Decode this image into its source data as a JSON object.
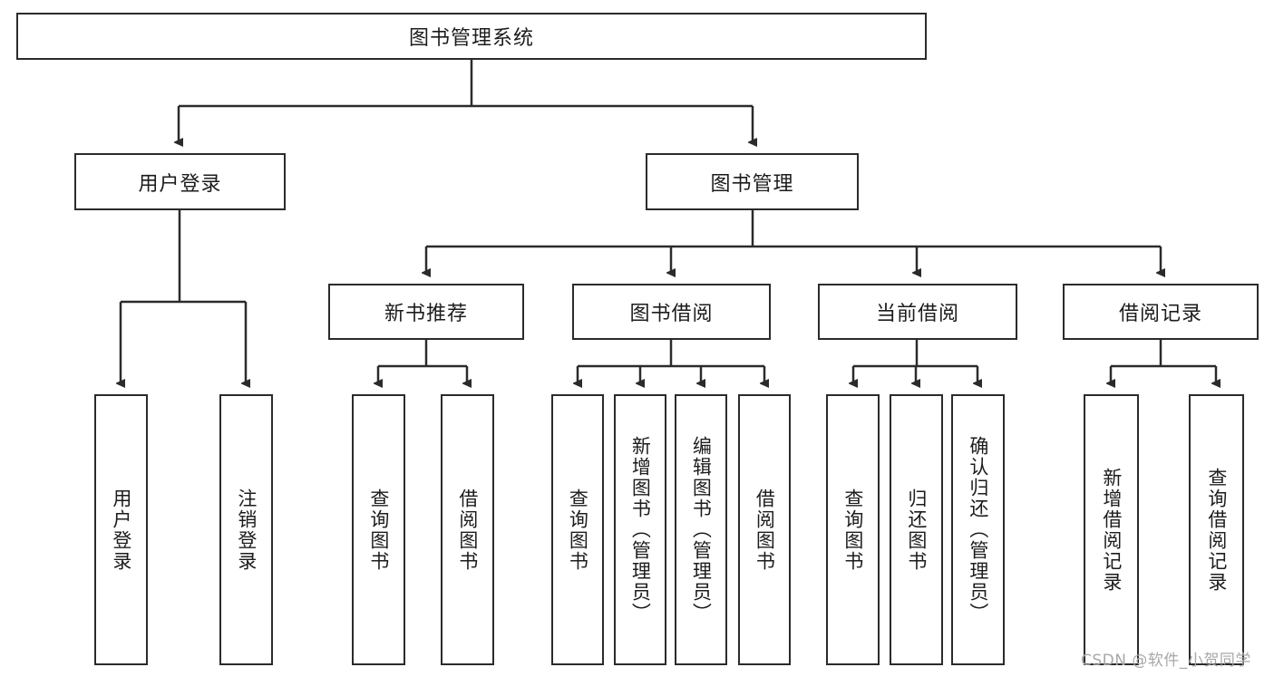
{
  "diagram": {
    "title": "图书管理系统",
    "type": "tree-hierarchy-chart",
    "root": {
      "label": "图书管理系统"
    },
    "level2": [
      {
        "label": "用户登录"
      },
      {
        "label": "图书管理"
      }
    ],
    "level3": [
      {
        "label": "新书推荐"
      },
      {
        "label": "图书借阅"
      },
      {
        "label": "当前借阅"
      },
      {
        "label": "借阅记录"
      }
    ],
    "leaves": {
      "user_login": [
        {
          "label": "用户登录"
        },
        {
          "label": "注销登录"
        }
      ],
      "new_book_recommend": [
        {
          "label": "查询图书"
        },
        {
          "label": "借阅图书"
        }
      ],
      "book_borrow": [
        {
          "label": "查询图书"
        },
        {
          "label": "新增图书（管理员）"
        },
        {
          "label": "编辑图书（管理员）"
        },
        {
          "label": "借阅图书"
        }
      ],
      "current_borrow": [
        {
          "label": "查询图书"
        },
        {
          "label": "归还图书"
        },
        {
          "label": "确认归还（管理员）"
        }
      ],
      "borrow_record": [
        {
          "label": "新增借阅记录"
        },
        {
          "label": "查询借阅记录"
        }
      ]
    }
  },
  "watermark": {
    "text": "CSDN @软件_小贺同学"
  },
  "colors": {
    "stroke": "#2b2b2b",
    "fill": "#ffffff",
    "text": "#1c1c1c",
    "watermark": "#a8a8a8"
  }
}
